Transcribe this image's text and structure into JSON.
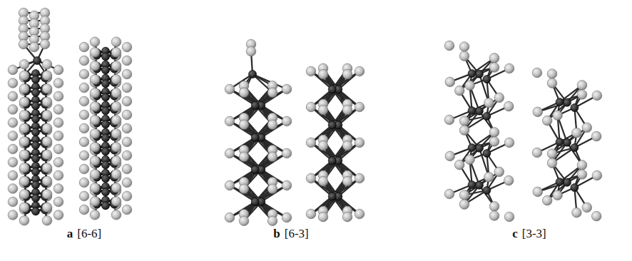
{
  "diagram": {
    "labels": [
      "a",
      "[6-6]",
      "b",
      "[6-3]",
      "c",
      "[3-3]"
    ]
  }
}
